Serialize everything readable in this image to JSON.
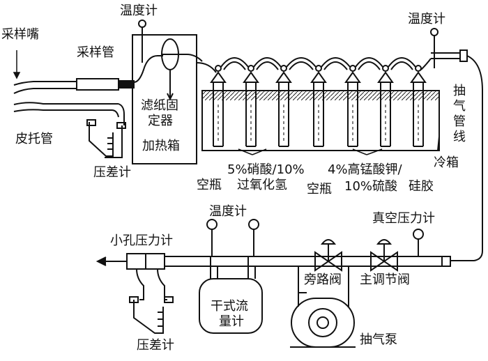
{
  "labels": {
    "sampling_nozzle": "采样嘴",
    "sampling_tube": "采样管",
    "thermometer_top_left": "温度计",
    "thermometer_top_right": "温度计",
    "filter_holder_line1": "滤纸固",
    "filter_holder_line2": "定器",
    "heating_box": "加热箱",
    "pitot_tube": "皮托管",
    "manometer_top": "压差计",
    "empty_bottle_1_line1": "空瓶",
    "hno3_h2o2_line1": "5%硝酸/10%",
    "hno3_h2o2_line2": "过氧化氢",
    "empty_bottle_2": "空瓶",
    "kmno4_h2so4_line1": "4%高锰酸钾/",
    "kmno4_h2so4_line2": "10%硫酸",
    "silica_gel": "硅胶",
    "cold_box": "冷箱",
    "suction_line": "抽气管线",
    "orifice_gauge": "小孔压力计",
    "thermometer_bottom": "温度计",
    "vacuum_gauge": "真空压力计",
    "bypass_valve": "旁路阀",
    "main_valve": "主调节阀",
    "dry_gas_meter_line1": "干式流",
    "dry_gas_meter_line2": "量计",
    "pump": "抽气泵",
    "manometer_bottom": "压差计"
  }
}
